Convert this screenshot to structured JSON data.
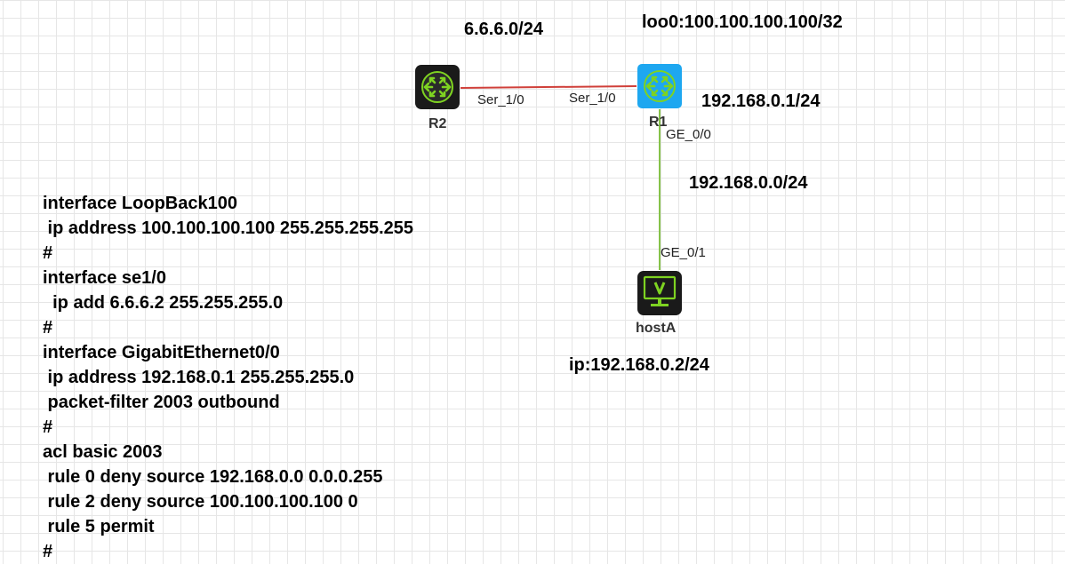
{
  "topology": {
    "networks": {
      "serial_net": "6.6.6.0/24",
      "r1_loopback": "loo0:100.100.100.100/32",
      "r1_lan_ip": "192.168.0.1/24",
      "lan_net": "192.168.0.0/24",
      "host_ip": "ip:192.168.0.2/24"
    },
    "devices": {
      "r2": {
        "name": "R2",
        "icon": "router-icon",
        "color": "#1a1a1a",
        "accent": "#7ed321"
      },
      "r1": {
        "name": "R1",
        "icon": "router-icon",
        "color": "#1ea7f0",
        "accent": "#7ed321"
      },
      "hostA": {
        "name": "hostA",
        "icon": "host-icon",
        "color": "#1a1a1a",
        "accent": "#7ed321"
      }
    },
    "ports": {
      "r2_ser": "Ser_1/0",
      "r1_ser": "Ser_1/0",
      "r1_ge": "GE_0/0",
      "host_ge": "GE_0/1"
    },
    "links": {
      "serial_color": "#d0403a",
      "ethernet_color": "#86c24a"
    }
  },
  "config": {
    "lines": [
      "interface LoopBack100",
      " ip address 100.100.100.100 255.255.255.255",
      "#",
      "interface se1/0",
      "  ip add 6.6.6.2 255.255.255.0",
      "#",
      "interface GigabitEthernet0/0",
      " ip address 192.168.0.1 255.255.255.0",
      " packet-filter 2003 outbound",
      "#",
      "acl basic 2003",
      " rule 0 deny source 192.168.0.0 0.0.0.255",
      " rule 2 deny source 100.100.100.100 0",
      " rule 5 permit",
      "#"
    ]
  }
}
